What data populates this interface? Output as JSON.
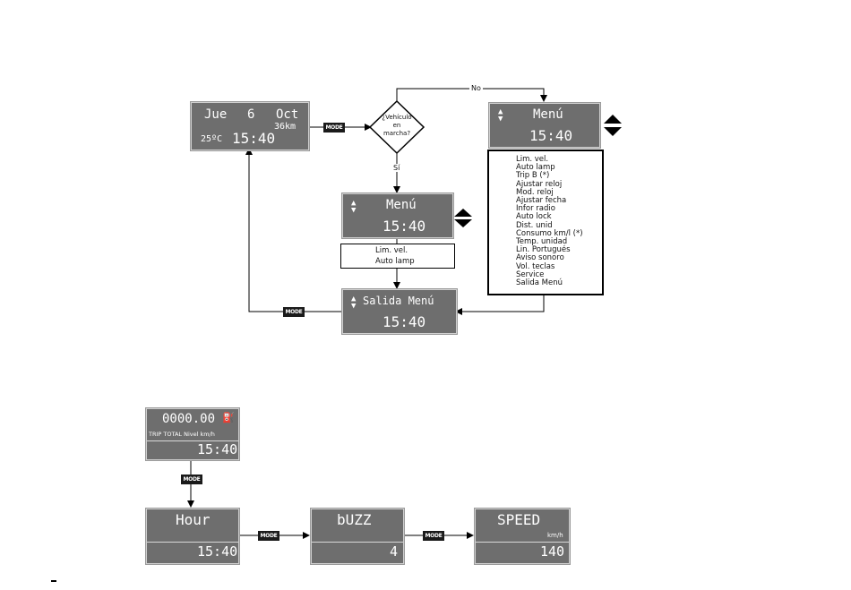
{
  "flow": {
    "start_display": {
      "day": "Jue",
      "date": "6",
      "month": "Oct",
      "distance": "36km",
      "temp": "25ºC",
      "time": "15:40"
    },
    "mode_label": "MODE",
    "decision": {
      "line1": "¿Vehículo",
      "line2": "en",
      "line3": "marcha?"
    },
    "no_label": "No",
    "si_label": "Sí",
    "menu_display_left": {
      "title": "Menú",
      "time": "15:40"
    },
    "menu_display_right": {
      "title": "Menú",
      "time": "15:40"
    },
    "short_list": [
      "Lim. vel.",
      "Auto lamp"
    ],
    "full_list": [
      "Lim. vel.",
      "Auto lamp",
      "Trip B (*)",
      "Ajustar reloj",
      "Mod. reloj",
      "Ajustar fecha",
      "Infor radio",
      "Auto lock",
      "Dist. unid",
      "Consumo km/l (*)",
      "Temp. unidad",
      "Lin. Portugués",
      "Aviso sonoro",
      "Vol. teclas",
      "Service",
      "Salida Menú"
    ],
    "exit_display": {
      "title": "Salida Menú",
      "time": "15:40"
    }
  },
  "trip": {
    "display": {
      "odometer": "0000.00",
      "labels": "TRIP TOTAL  Nivel km/h",
      "time": "15:40"
    },
    "hour_display": {
      "title": "Hour",
      "value": "15:40"
    },
    "buzz_display": {
      "title": "bUZZ",
      "value": "4"
    },
    "speed_display": {
      "title": "SPEED",
      "unit": "km/h",
      "value": "140"
    }
  }
}
